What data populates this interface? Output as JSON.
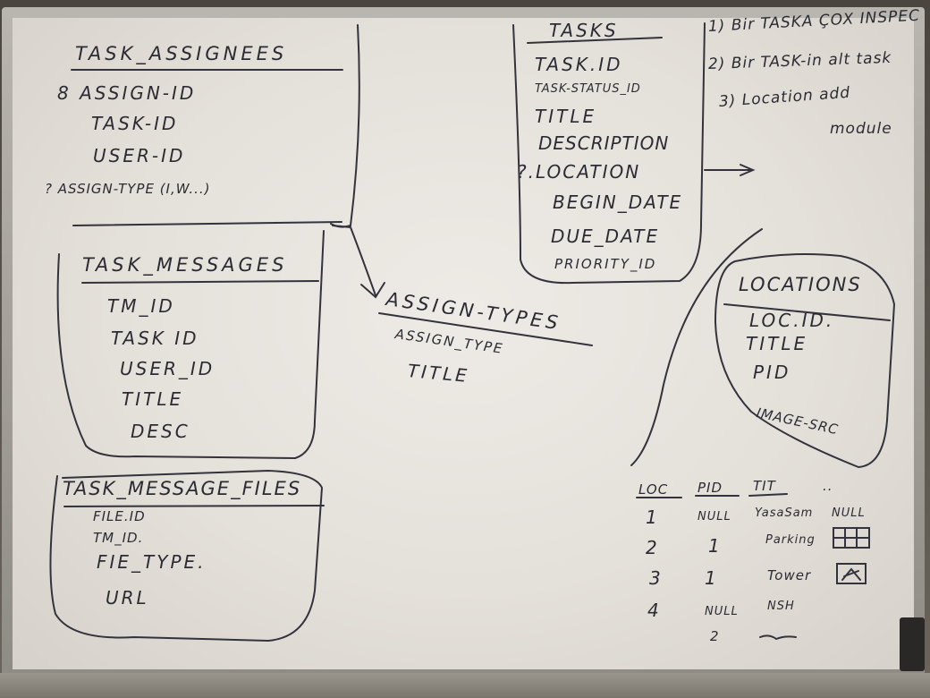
{
  "task_assignees": {
    "title": "TASK_ASSIGNEES",
    "fields": [
      "8 ASSIGN-ID",
      "TASK-ID",
      "USER-ID",
      "? ASSIGN-TYPE (I,W...)"
    ]
  },
  "task_messages": {
    "title": "TASK_MESSAGES",
    "fields": [
      "TM_ID",
      "TASK ID",
      "USER_ID",
      "TITLE",
      "DESC"
    ]
  },
  "task_message_files": {
    "title": "TASK_MESSAGE_FILES",
    "fields": [
      "FILE.ID",
      "TM_ID.",
      "FIE_TYPE.",
      "URL"
    ]
  },
  "assign_types": {
    "title": "ASSIGN-TYPES",
    "fields": [
      "ASSIGN_TYPE",
      "TITLE"
    ]
  },
  "tasks": {
    "title": "TASKS",
    "fields": [
      "TASK.ID",
      "TASK-STATUS_ID",
      "TITLE",
      "DESCRIPTION",
      "?.LOCATION",
      "BEGIN_DATE",
      "DUE_DATE",
      "PRIORITY_ID"
    ]
  },
  "notes": {
    "items": [
      "1) Bir TASKA ÇOX INSPEC",
      "2) Bir TASK-in alt task",
      "3) Location add",
      "module"
    ]
  },
  "locations": {
    "title": "LOCATIONS",
    "fields": [
      "LOC.ID.",
      "TITLE",
      "PID",
      "IMAGE-SRC"
    ]
  },
  "loc_table": {
    "headers": [
      "LOC",
      "PID",
      "TIT",
      ".."
    ],
    "rows": [
      [
        "1",
        "NULL",
        "YasaSam",
        "NULL"
      ],
      [
        "2",
        "1",
        "Parking",
        ""
      ],
      [
        "3",
        "1",
        "Tower",
        ""
      ],
      [
        "4",
        "NULL",
        "NSH",
        ""
      ]
    ],
    "extra": "2"
  }
}
